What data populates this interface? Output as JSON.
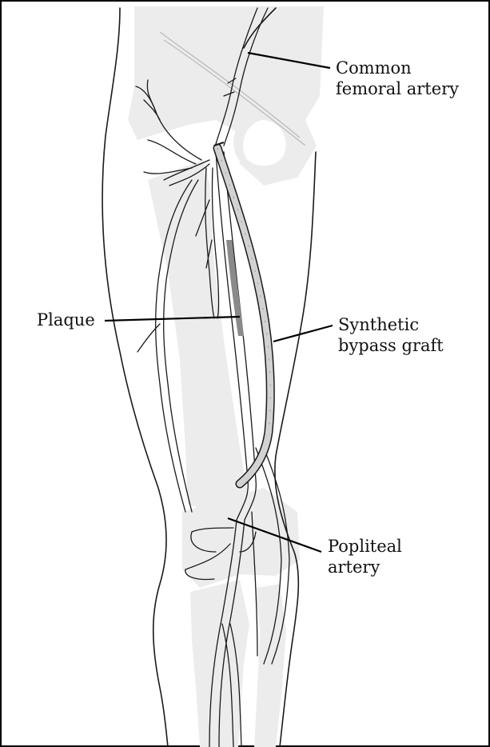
{
  "labels": {
    "common_femoral": [
      "Common",
      "femoral artery"
    ],
    "plaque": "Plaque",
    "graft": [
      "Synthetic",
      "bypass graft"
    ],
    "popliteal": [
      "Popliteal",
      "artery"
    ]
  },
  "colors": {
    "bone": "#ececec",
    "graft_fill": "#d2d2d2",
    "plaque": "#8a8a8a",
    "ink": "#1a1a1a"
  }
}
